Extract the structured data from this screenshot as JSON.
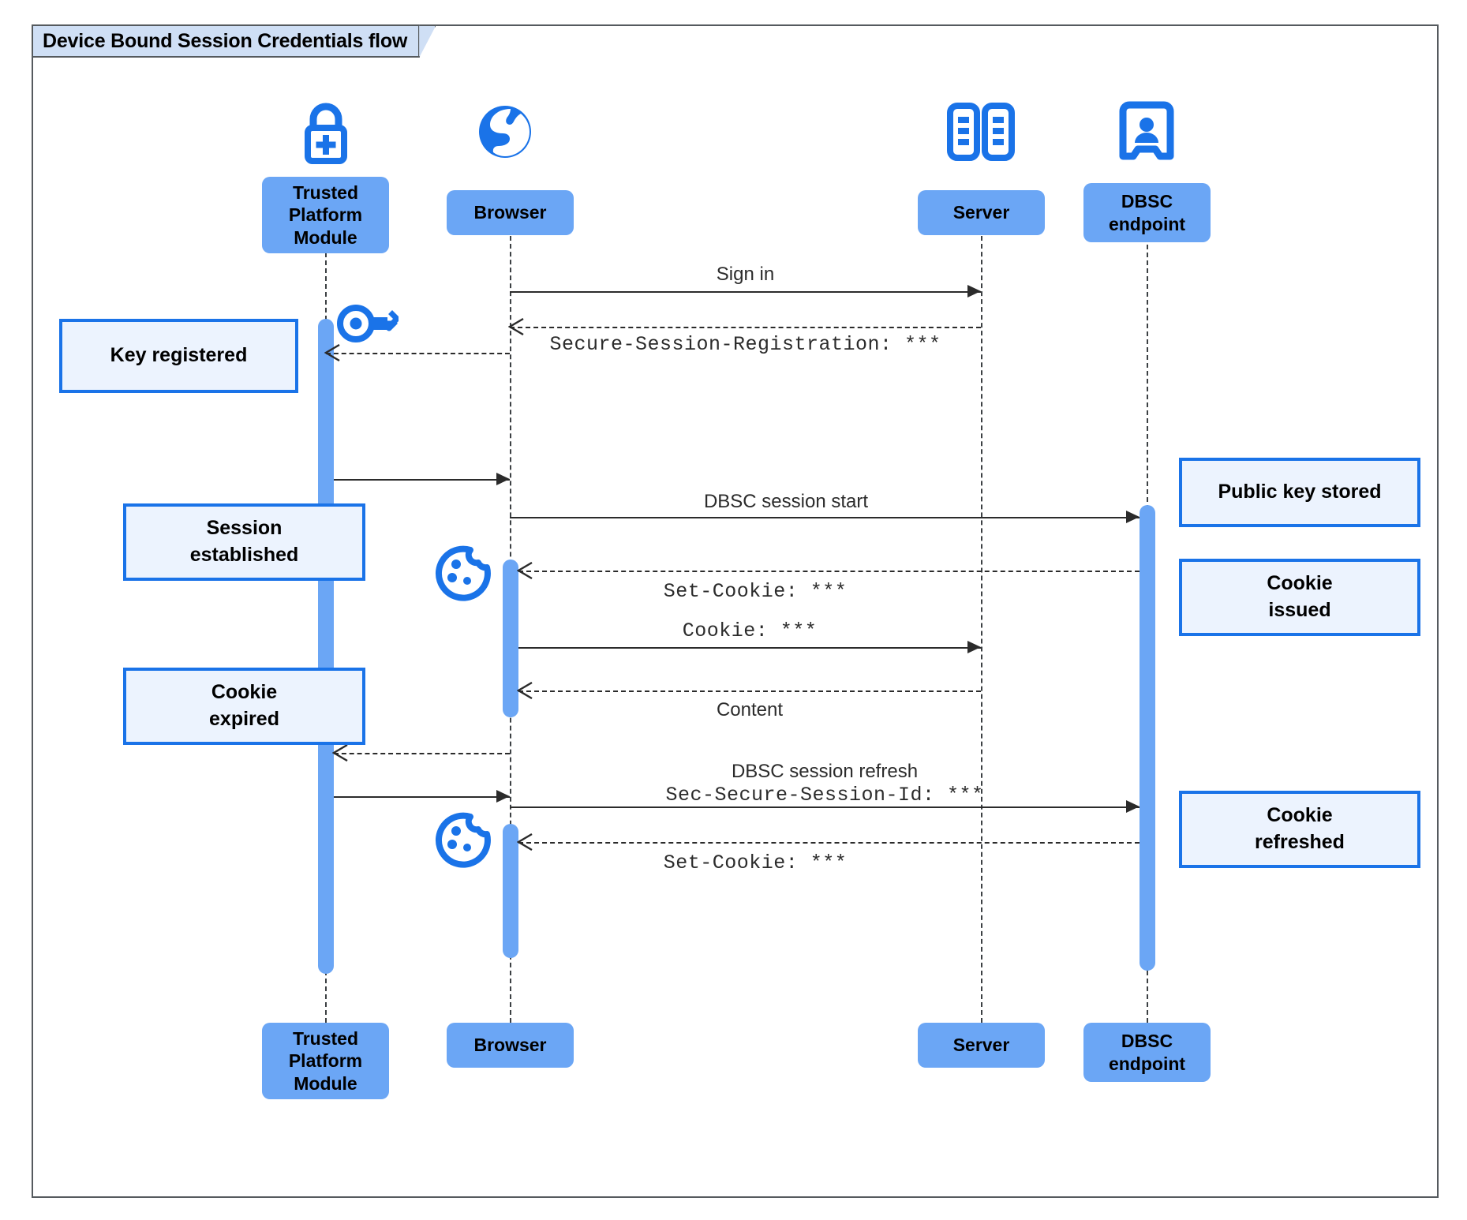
{
  "frame": {
    "title": "Device Bound Session Credentials flow",
    "border_color": "#555a5e",
    "tab_fill": "#cfdff5"
  },
  "colors": {
    "participant_fill": "#6ba6f5",
    "note_fill": "#ecf3fe",
    "note_border": "#1a73e8",
    "icon_blue": "#1a73e8",
    "lifeline": "#3c4043",
    "message": "#2b2b2b"
  },
  "participants": [
    {
      "id": "tpm",
      "label": "Trusted\nPlatform\nModule",
      "icon": "lock-plus-icon"
    },
    {
      "id": "browser",
      "label": "Browser",
      "icon": "globe-icon"
    },
    {
      "id": "server",
      "label": "Server",
      "icon": "server-rack-icon"
    },
    {
      "id": "dbsc",
      "label": "DBSC\nendpoint",
      "icon": "id-badge-icon"
    }
  ],
  "participants_bottom": [
    {
      "id": "tpm",
      "label": "Trusted\nPlatform\nModule"
    },
    {
      "id": "browser",
      "label": "Browser"
    },
    {
      "id": "server",
      "label": "Server"
    },
    {
      "id": "dbsc",
      "label": "DBSC\nendpoint"
    }
  ],
  "messages": [
    {
      "id": "sign-in",
      "label": "Sign in",
      "style": "sans",
      "kind": "solid",
      "from": "browser",
      "to": "server"
    },
    {
      "id": "secure-session-registration",
      "label": "Secure-Session-Registration: ***",
      "style": "mono",
      "kind": "dashed",
      "from": "server",
      "to": "browser"
    },
    {
      "id": "registration-to-tpm",
      "label": "",
      "style": "mono",
      "kind": "dashed",
      "from": "browser",
      "to": "tpm"
    },
    {
      "id": "tpm-to-browser-key",
      "label": "",
      "style": "sans",
      "kind": "solid",
      "from": "tpm",
      "to": "browser"
    },
    {
      "id": "dbsc-session-start",
      "label": "DBSC session start",
      "style": "sans",
      "kind": "solid",
      "from": "browser",
      "to": "dbsc"
    },
    {
      "id": "set-cookie-1",
      "label": "Set-Cookie: ***",
      "style": "mono",
      "kind": "dashed",
      "from": "dbsc",
      "to": "browser"
    },
    {
      "id": "cookie-request",
      "label": "Cookie: ***",
      "style": "mono",
      "kind": "solid",
      "from": "browser",
      "to": "server"
    },
    {
      "id": "content",
      "label": "Content",
      "style": "sans",
      "kind": "dashed",
      "from": "server",
      "to": "browser"
    },
    {
      "id": "expired-to-tpm",
      "label": "",
      "style": "sans",
      "kind": "dashed",
      "from": "browser",
      "to": "tpm"
    },
    {
      "id": "dbsc-session-refresh",
      "label": "DBSC session refresh",
      "style": "sans",
      "kind": "solid",
      "from": "tpm",
      "to": "browser"
    },
    {
      "id": "sec-secure-session-id",
      "label": "Sec-Secure-Session-Id: ***",
      "style": "mono",
      "kind": "solid",
      "from": "browser",
      "to": "dbsc"
    },
    {
      "id": "set-cookie-2",
      "label": "Set-Cookie: ***",
      "style": "mono",
      "kind": "dashed",
      "from": "dbsc",
      "to": "browser"
    }
  ],
  "notes": [
    {
      "id": "key-registered",
      "label": "Key registered",
      "side": "left"
    },
    {
      "id": "session-established",
      "label": "Session\nestablished",
      "side": "left"
    },
    {
      "id": "cookie-expired",
      "label": "Cookie\nexpired",
      "side": "left"
    },
    {
      "id": "public-key-stored",
      "label": "Public key stored",
      "side": "right"
    },
    {
      "id": "cookie-issued",
      "label": "Cookie\nissued",
      "side": "right"
    },
    {
      "id": "cookie-refreshed",
      "label": "Cookie\nrefreshed",
      "side": "right"
    }
  ],
  "decorations": [
    {
      "id": "key-icon",
      "name": "key-icon",
      "near": "tpm"
    },
    {
      "id": "cookie-icon-1",
      "name": "cookie-icon",
      "near": "browser"
    },
    {
      "id": "cookie-icon-2",
      "name": "cookie-icon",
      "near": "browser"
    }
  ]
}
